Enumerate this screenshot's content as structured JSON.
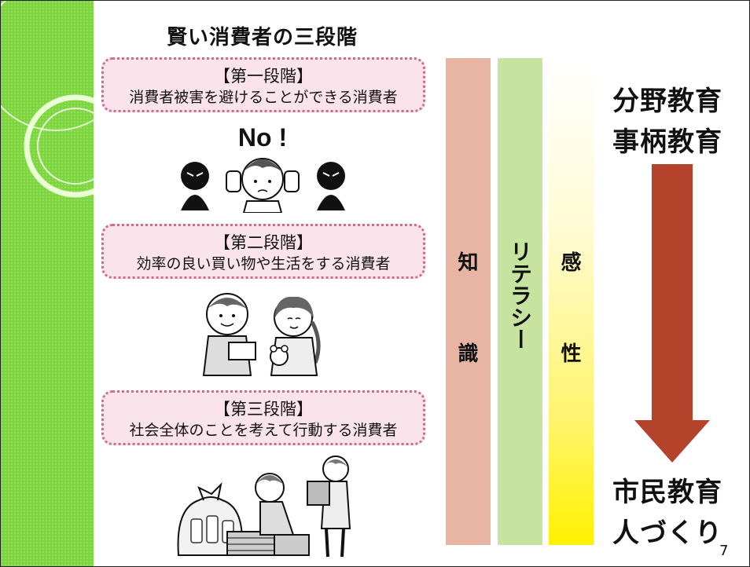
{
  "slide": {
    "title": "賢い消費者の三段階",
    "stages": [
      {
        "head": "【第一段階】",
        "desc": "消費者被害を避けることができる消費者",
        "illustration": "refusing-scam-illustration",
        "illustration_text": "No !"
      },
      {
        "head": "【第二段階】",
        "desc": "効率の良い買い物や生活をする消費者",
        "illustration": "children-shopping-illustration"
      },
      {
        "head": "【第三段階】",
        "desc": "社会全体のことを考えて行動する消費者",
        "illustration": "recycling-illustration"
      }
    ],
    "bars": {
      "knowledge": {
        "chars": [
          "知",
          "識"
        ],
        "color": "#e8b5a4"
      },
      "literacy": {
        "text": "リテラシー",
        "color": "#c7e3a0"
      },
      "sensitivity": {
        "chars": [
          "感",
          "性"
        ],
        "color": "#fff200"
      }
    },
    "right": {
      "top_line1": "分野教育",
      "top_line2": "事柄教育",
      "bottom_line1": "市民教育",
      "bottom_line2": "人づくり",
      "arrow_color": "#b5432b"
    },
    "page_number": "7",
    "colors": {
      "side_band": "#7dd63e",
      "stage_box_bg": "#fbe3ec",
      "stage_box_border": "#d36a8a"
    }
  }
}
